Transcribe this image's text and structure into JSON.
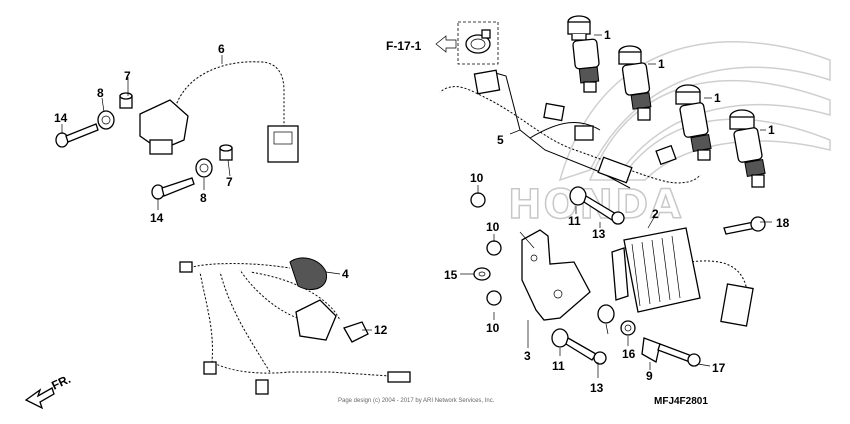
{
  "diagram": {
    "reference_label": "F-17-1",
    "front_label": "FR.",
    "watermark": "HONDA",
    "copyright": "Page design (c) 2004 - 2017 by ARI Network Services, Inc.",
    "diagram_code": "MFJ4F2801",
    "callouts": {
      "c1a": "1",
      "c1b": "1",
      "c1c": "1",
      "c1d": "1",
      "c2": "2",
      "c3": "3",
      "c4": "4",
      "c5": "5",
      "c6": "6",
      "c7a": "7",
      "c7b": "7",
      "c8a": "8",
      "c8b": "8",
      "c9": "9",
      "c10a": "10",
      "c10b": "10",
      "c10c": "10",
      "c11a": "11",
      "c11b": "11",
      "c12": "12",
      "c13a": "13",
      "c13b": "13",
      "c14a": "14",
      "c14b": "14",
      "c15": "15",
      "c16": "16",
      "c17": "17",
      "c18": "18"
    }
  }
}
